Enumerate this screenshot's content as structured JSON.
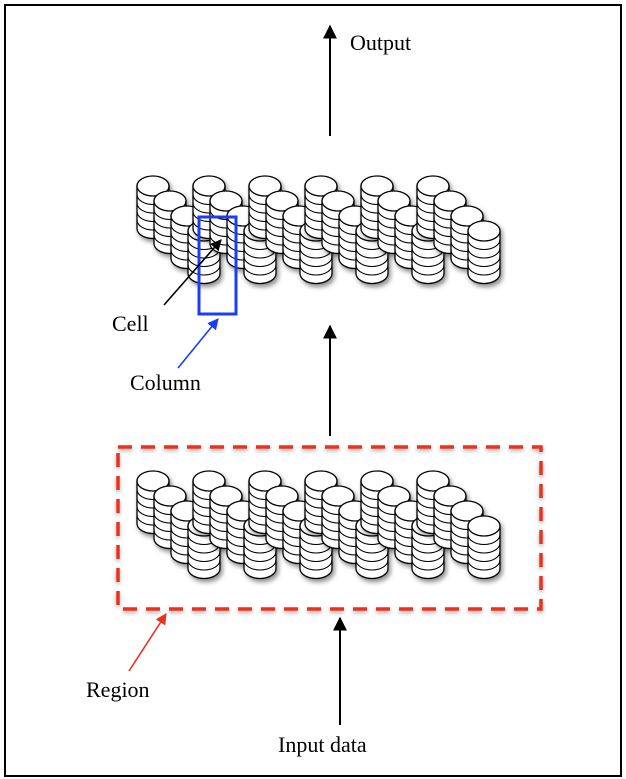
{
  "labels": {
    "output": "Output",
    "cell": "Cell",
    "column": "Column",
    "region": "Region",
    "input": "Input data"
  },
  "colors": {
    "column_box": "#1b3df5",
    "column_arrow": "#1b3df5",
    "region_box": "#e8321e",
    "region_arrow": "#e8321e",
    "arrows": "#000000",
    "cell_fill": "#ffffff",
    "cell_stroke": "#000000"
  },
  "structure": {
    "regions": 2,
    "column_rows": 6,
    "columns_per_row": 4,
    "cells_per_column": 5
  }
}
